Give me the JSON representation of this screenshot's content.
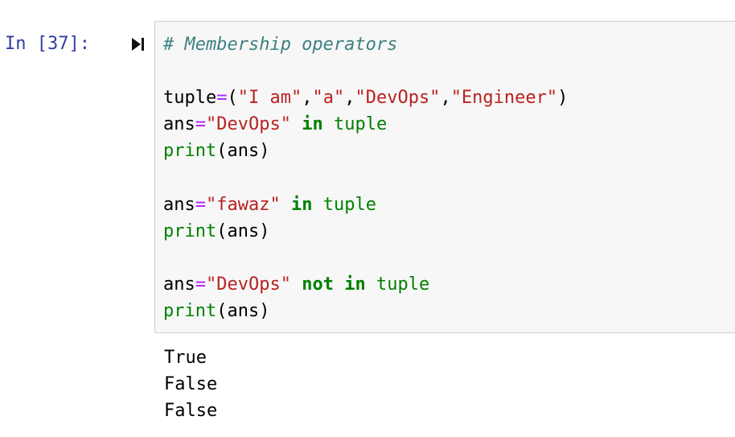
{
  "cell": {
    "prompt": "In [37]:",
    "run_icon": "run-cell-icon",
    "code_lines": [
      [
        {
          "t": "# Membership operators",
          "k": "comment"
        }
      ],
      [],
      [
        {
          "t": "tuple",
          "k": "name"
        },
        {
          "t": "=",
          "k": "op"
        },
        {
          "t": "(",
          "k": "punc"
        },
        {
          "t": "\"I am\"",
          "k": "str"
        },
        {
          "t": ",",
          "k": "punc"
        },
        {
          "t": "\"a\"",
          "k": "str"
        },
        {
          "t": ",",
          "k": "punc"
        },
        {
          "t": "\"DevOps\"",
          "k": "str"
        },
        {
          "t": ",",
          "k": "punc"
        },
        {
          "t": "\"Engineer\"",
          "k": "str"
        },
        {
          "t": ")",
          "k": "punc"
        }
      ],
      [
        {
          "t": "ans",
          "k": "name"
        },
        {
          "t": "=",
          "k": "op"
        },
        {
          "t": "\"DevOps\"",
          "k": "str"
        },
        {
          "t": " ",
          "k": "punc"
        },
        {
          "t": "in",
          "k": "kw"
        },
        {
          "t": " tuple",
          "k": "builtin"
        }
      ],
      [
        {
          "t": "print",
          "k": "builtin"
        },
        {
          "t": "(ans)",
          "k": "punc"
        }
      ],
      [],
      [
        {
          "t": "ans",
          "k": "name"
        },
        {
          "t": "=",
          "k": "op"
        },
        {
          "t": "\"fawaz\"",
          "k": "str"
        },
        {
          "t": " ",
          "k": "punc"
        },
        {
          "t": "in",
          "k": "kw"
        },
        {
          "t": " tuple",
          "k": "builtin"
        }
      ],
      [
        {
          "t": "print",
          "k": "builtin"
        },
        {
          "t": "(ans)",
          "k": "punc"
        }
      ],
      [],
      [
        {
          "t": "ans",
          "k": "name"
        },
        {
          "t": "=",
          "k": "op"
        },
        {
          "t": "\"DevOps\"",
          "k": "str"
        },
        {
          "t": " ",
          "k": "punc"
        },
        {
          "t": "not",
          "k": "kw"
        },
        {
          "t": " ",
          "k": "punc"
        },
        {
          "t": "in",
          "k": "kw"
        },
        {
          "t": " tuple",
          "k": "builtin"
        }
      ],
      [
        {
          "t": "print",
          "k": "builtin"
        },
        {
          "t": "(ans)",
          "k": "punc"
        }
      ]
    ],
    "output_lines": [
      "True",
      "False",
      "False"
    ]
  },
  "colors": {
    "prompt": "#303F9F",
    "comment": "#408080",
    "string": "#BA2121",
    "keyword": "#008000",
    "builtin": "#008000",
    "operator": "#AA22FF",
    "cell_background": "#f7f7f7",
    "cell_border": "#cfcfcf"
  }
}
